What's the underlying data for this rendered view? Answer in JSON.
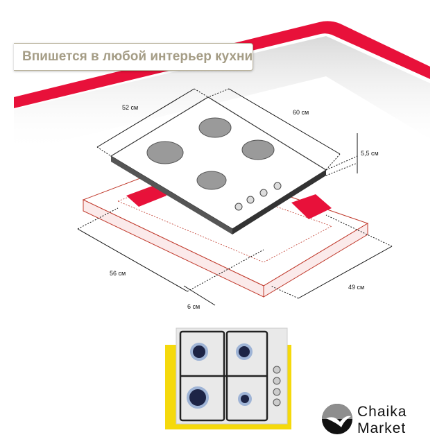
{
  "headline": "Впишется в любой интерьер кухни",
  "dimensions": {
    "depth_hob": "52 см",
    "width_hob": "60 см",
    "height_hob": "5,5 см",
    "cutout_width": "56 см",
    "cutout_margin": "6 см",
    "cutout_depth": "49 см"
  },
  "logo": {
    "line1": "Chaika",
    "line2": "Market"
  },
  "colors": {
    "accent_red": "#e8113a",
    "label_text": "#a59d86",
    "frame_yellow": "#f5d90c"
  }
}
